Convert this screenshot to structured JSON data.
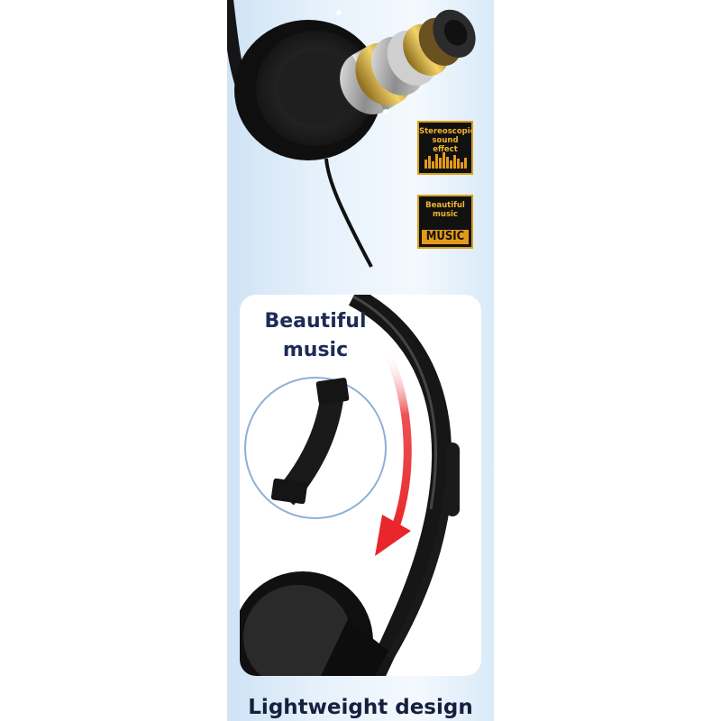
{
  "badges": {
    "stereo": {
      "line1": "Stereoscopic",
      "line2": "sound effect",
      "icon": "equalizer-bars-icon"
    },
    "music": {
      "line1": "Beautiful",
      "line2": "music",
      "word": "MUSIC"
    }
  },
  "card": {
    "title_line1": "Beautiful",
    "title_line2": "music",
    "arrow_color": "#e8262b"
  },
  "bottom_heading": "Lightweight design",
  "colors": {
    "title": "#1d2b58",
    "badge_gold": "#d9a01a",
    "background_blue": "#cfe3f5"
  }
}
